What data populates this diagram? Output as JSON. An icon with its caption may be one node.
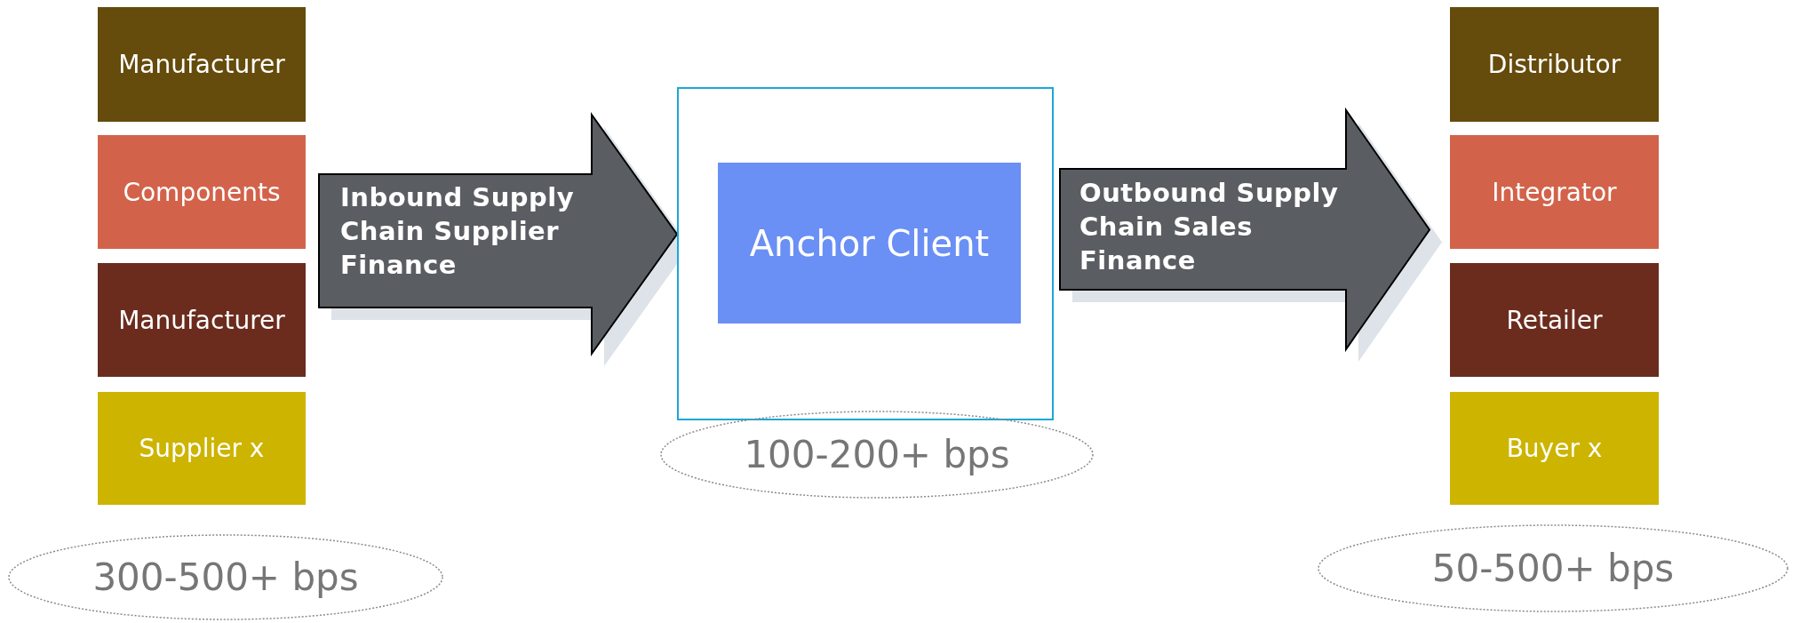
{
  "diagram": {
    "nodes": [
      {
        "text": [
          "Manufacturer"
        ]
      },
      {
        "text": [
          "Components"
        ]
      },
      {
        "text": [
          "Manufacturer"
        ]
      },
      {
        "text": [
          "Supplier x"
        ]
      },
      {
        "text": [
          "Inbound Supply Chain Supplier Finance"
        ]
      },
      {
        "text": [],
        "shape": "box"
      },
      {
        "text": [
          "Anchor Client"
        ],
        "in": 5
      },
      {
        "text": [
          "Outbound Supply Chain Sales Finance"
        ]
      },
      {
        "text": [
          "Distributor"
        ]
      },
      {
        "text": [
          "Integrator"
        ]
      },
      {
        "text": [
          "Retailer"
        ]
      },
      {
        "text": [
          "Buyer  x"
        ]
      },
      {
        "text": [
          "300-500+ bps"
        ]
      },
      {
        "text": [
          "100-200+ bps"
        ]
      },
      {
        "text": [
          "50-500+ bps"
        ]
      }
    ]
  }
}
